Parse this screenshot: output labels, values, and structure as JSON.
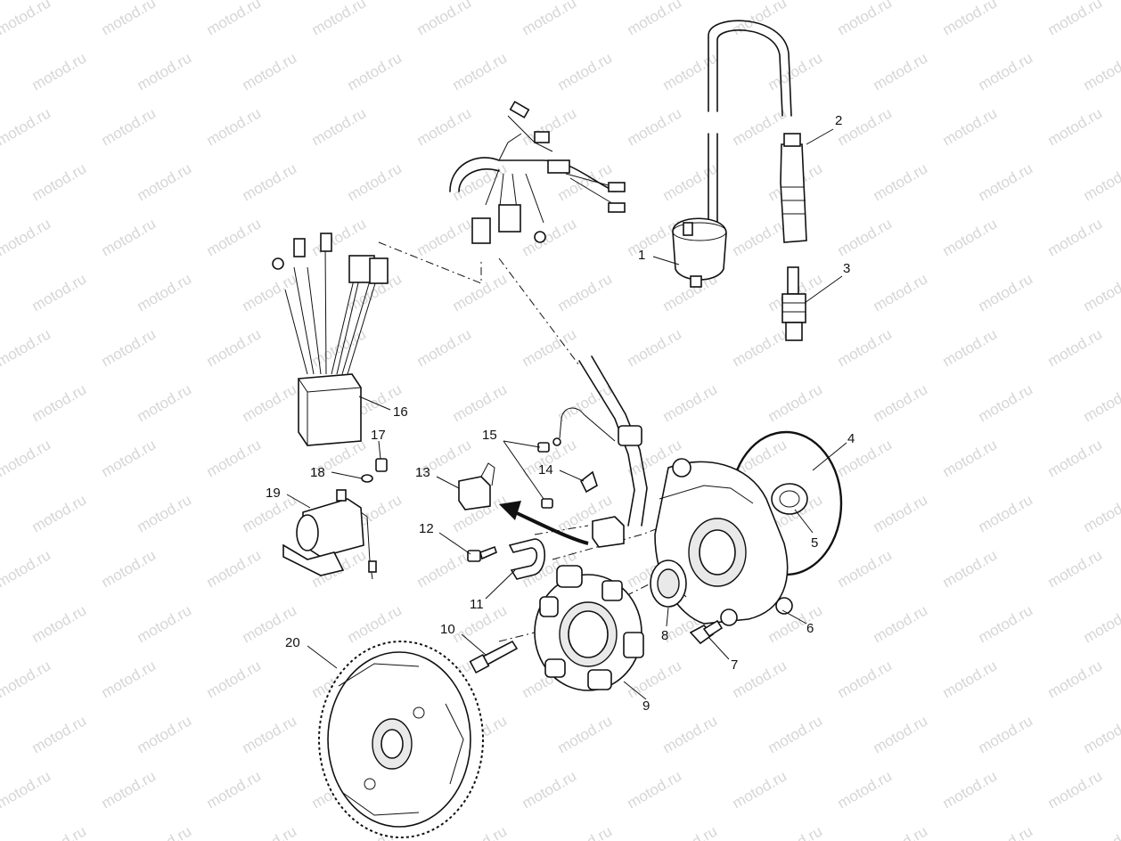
{
  "watermark": {
    "text": "motod.ru"
  },
  "callouts": [
    {
      "num": "1"
    },
    {
      "num": "2"
    },
    {
      "num": "3"
    },
    {
      "num": "4"
    },
    {
      "num": "5"
    },
    {
      "num": "6"
    },
    {
      "num": "7"
    },
    {
      "num": "8"
    },
    {
      "num": "9"
    },
    {
      "num": "10"
    },
    {
      "num": "11"
    },
    {
      "num": "12"
    },
    {
      "num": "13"
    },
    {
      "num": "14"
    },
    {
      "num": "15"
    },
    {
      "num": "16"
    },
    {
      "num": "17"
    },
    {
      "num": "18"
    },
    {
      "num": "19"
    },
    {
      "num": "20"
    }
  ]
}
